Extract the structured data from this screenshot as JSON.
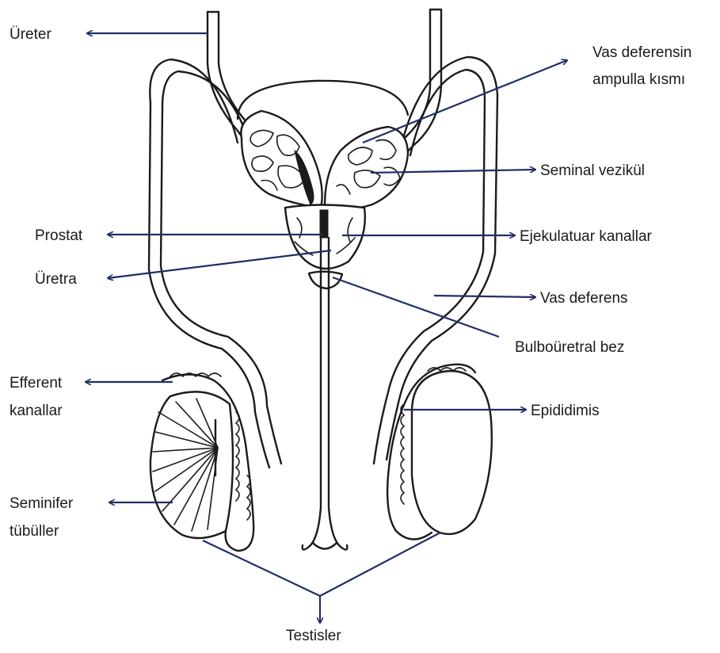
{
  "labels": {
    "ureter": "Üreter",
    "ampulla_line1": "Vas deferensin",
    "ampulla_line2": "ampulla kısmı",
    "seminal": "Seminal vezikül",
    "prostat": "Prostat",
    "ejekulatuar": "Ejekulatuar kanallar",
    "uretra": "Üretra",
    "vas": "Vas deferens",
    "bulbo": "Bulboüretral bez",
    "efferent_line1": "Efferent",
    "efferent_line2": "kanallar",
    "epididimis": "Epididimis",
    "seminifer_line1": "Seminifer",
    "seminifer_line2": "tübüller",
    "testisler": "Testisler"
  },
  "colors": {
    "arrow": "#1f2f66",
    "drawing": "#1b1b1b",
    "text": "#1a1a1a",
    "background": "#ffffff"
  }
}
